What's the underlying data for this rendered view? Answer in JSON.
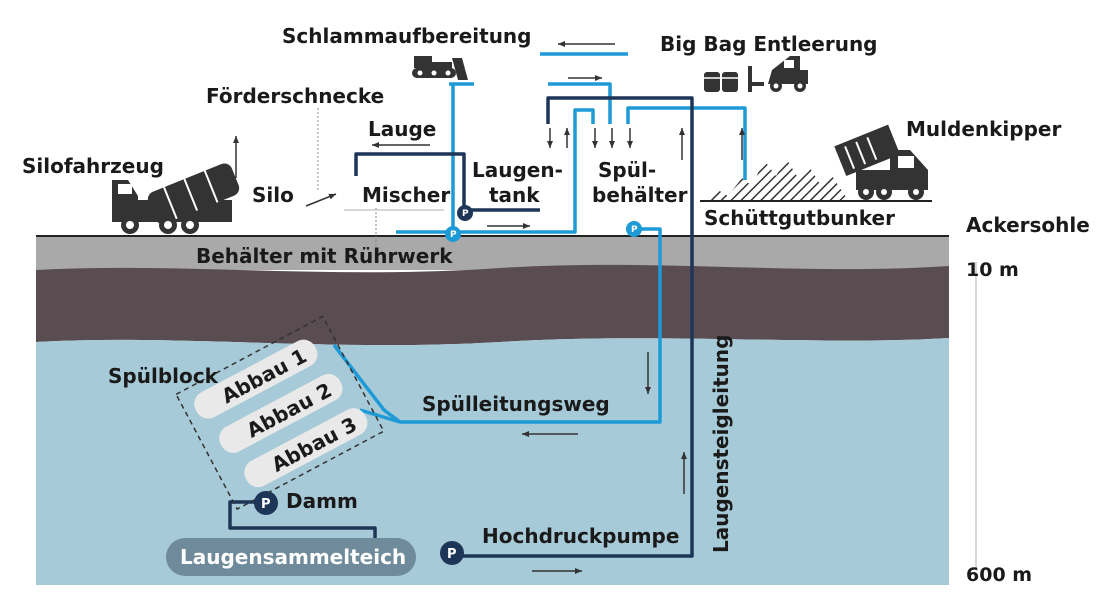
{
  "labels": {
    "schlammaufbereitung": "Schlammaufbereitung",
    "big_bag": "Big Bag Entleerung",
    "foerderschnecke": "Förderschnecke",
    "lauge": "Lauge",
    "muldenkipper": "Muldenkipper",
    "silofahrzeug": "Silofahrzeug",
    "silo": "Silo",
    "mischer": "Mischer",
    "laugentank_1": "Laugen-",
    "laugentank_2": "tank",
    "spuelbehaelter_1": "Spül-",
    "spuelbehaelter_2": "behälter",
    "schuettgutbunker": "Schüttgutbunker",
    "ackersohle": "Ackersohle",
    "behaelter_ruehrwerk": "Behälter mit Rührwerk",
    "depth_top": "10 m",
    "depth_bottom": "600 m",
    "spuelblock": "Spülblock",
    "abbau_1": "Abbau 1",
    "abbau_2": "Abbau 2",
    "abbau_3": "Abbau 3",
    "spuelleitungsweg": "Spülleitungsweg",
    "laugensteigleitung": "Laugensteigleitung",
    "damm": "Damm",
    "hochdruckpumpe": "Hochdruckpumpe",
    "laugensammelteich": "Laugensammelteich",
    "pump_symbol": "P"
  },
  "colors": {
    "surface_gray": "#a9a9a9",
    "dark_layer": "#594d52",
    "water_layer": "#a7cad8",
    "pipe_light": "#1e9ad6",
    "pipe_dark": "#1d3557",
    "pond": "#6f8b9b",
    "block_fill": "#e9e9e9"
  }
}
